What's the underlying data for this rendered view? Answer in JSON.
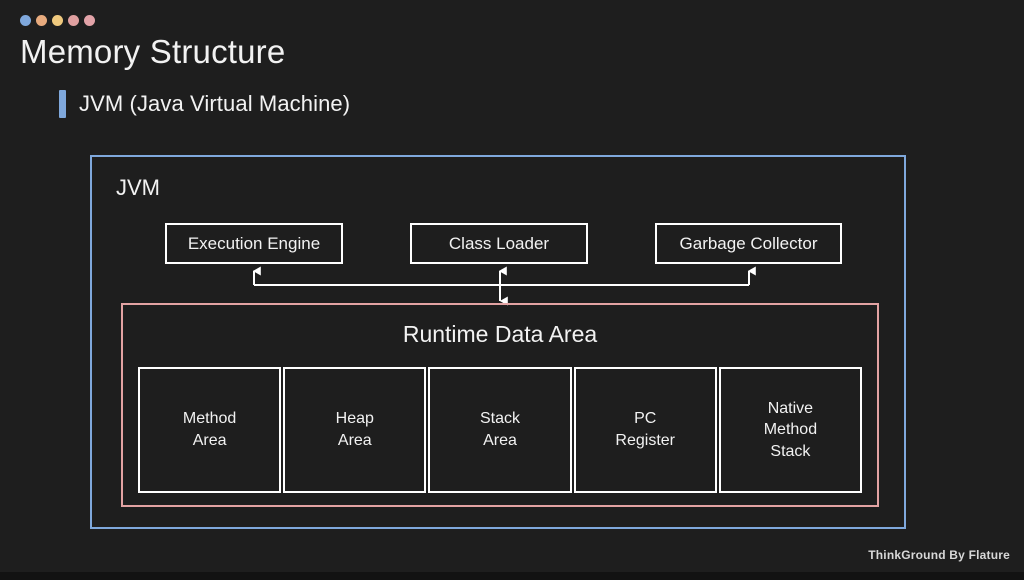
{
  "slide": {
    "background_color": "#1e1e1e",
    "title": "Memory Structure",
    "subtitle": "JVM (Java Virtual Machine)",
    "subtitle_accent_color": "#7fa8dc",
    "footer": "ThinkGround By Flature"
  },
  "dots": [
    {
      "name": "dot-blue",
      "color": "#7fa8dc"
    },
    {
      "name": "dot-peach",
      "color": "#e8ab7e"
    },
    {
      "name": "dot-gold",
      "color": "#efc униverse"
    },
    {
      "name": "dot-pink-1",
      "color": "#e0a0a0"
    },
    {
      "name": "dot-pink-2",
      "color": "#e2a3a8"
    }
  ],
  "diagram": {
    "type": "block-diagram",
    "outer": {
      "label": "JVM",
      "border_color": "#7fa8dc"
    },
    "components": [
      {
        "label": "Execution Engine"
      },
      {
        "label": "Class Loader"
      },
      {
        "label": "Garbage Collector"
      }
    ],
    "runtime_data_area": {
      "title": "Runtime Data Area",
      "border_color": "#e3a3a3",
      "cells": [
        {
          "label": "Method\nArea"
        },
        {
          "label": "Heap\nArea"
        },
        {
          "label": "Stack\nArea"
        },
        {
          "label": "PC\nRegister"
        },
        {
          "label": "Native\nMethod\nStack"
        }
      ]
    },
    "connectors": {
      "bus_color": "#ffffff",
      "description": "Horizontal bus with upward arrows into each component, and a vertical double-headed arrow between the bus and the Runtime Data Area"
    }
  }
}
